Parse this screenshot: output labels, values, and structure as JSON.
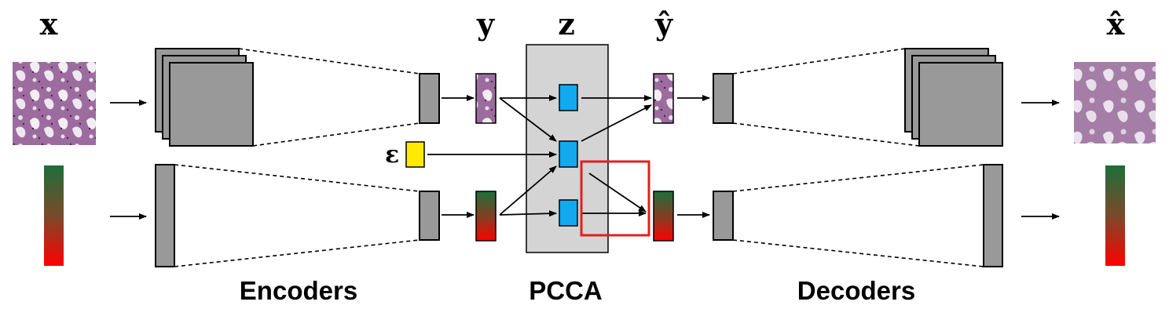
{
  "labels": {
    "x": "x",
    "y": "y",
    "z": "z",
    "y_hat": "ŷ",
    "x_hat": "x̂",
    "epsilon": "ε"
  },
  "sections": {
    "encoders": "Encoders",
    "pcca": "PCCA",
    "decoders": "Decoders"
  },
  "colors": {
    "block_gray": "#999999",
    "pcca_panel": "#d4d4d4",
    "latent_blue": "#12a9ef",
    "epsilon_yellow": "#ffea00",
    "highlight_red": "#e02020",
    "gradient_top": "#1e6e3a",
    "gradient_bottom": "#ff0000",
    "tissue_purple": "#8a5a8e"
  }
}
